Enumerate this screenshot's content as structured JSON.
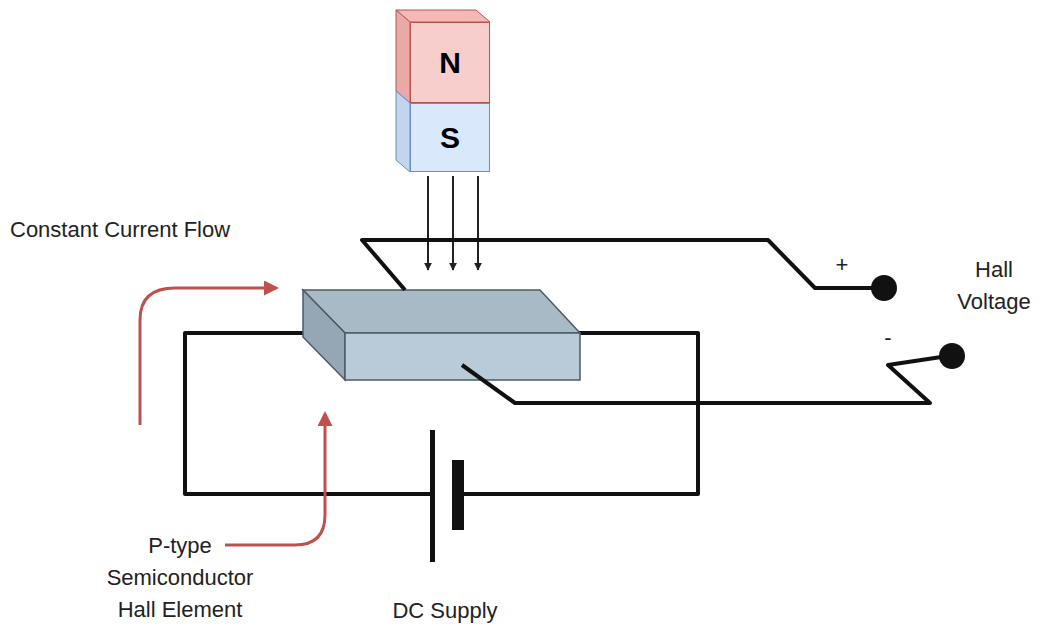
{
  "diagram": {
    "nodes": [
      {
        "text": [
          "N"
        ]
      },
      {
        "text": [
          "S"
        ]
      }
    ],
    "labels": [
      "Constant Current Flow",
      "Hall Voltage",
      "+",
      "-",
      "P-type Semiconductor Hall Element",
      "DC Supply"
    ]
  }
}
